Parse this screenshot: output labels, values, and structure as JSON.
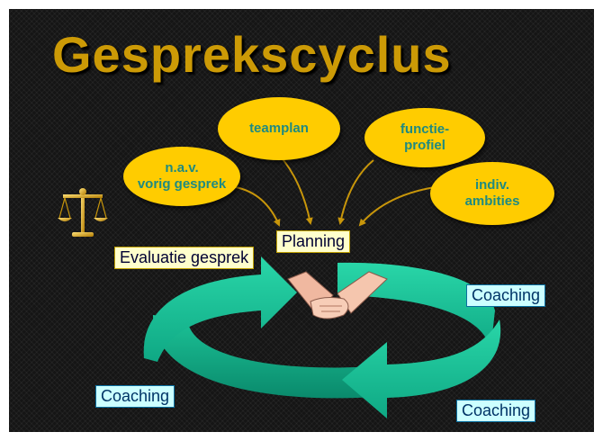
{
  "slide": {
    "title": "Gesprekscyclus",
    "inputs": [
      "n.a.v.\nvorig gesprek",
      "teamplan",
      "functie-\nprofiel",
      "indiv.\nambities"
    ],
    "planning_label": "Planning",
    "evaluation_label": "Evaluatie gesprek",
    "coaching_labels": [
      "Coaching",
      "Coaching",
      "Coaching"
    ]
  },
  "icons": [
    "scales-icon",
    "handshake-icon"
  ],
  "colors": {
    "background": "#151515",
    "title": "#cc9a06",
    "oval_fill": "#ffcc00",
    "oval_text": "#1f8a80",
    "cycle_arrow": "#1fc99a",
    "connector": "#c8960a"
  }
}
